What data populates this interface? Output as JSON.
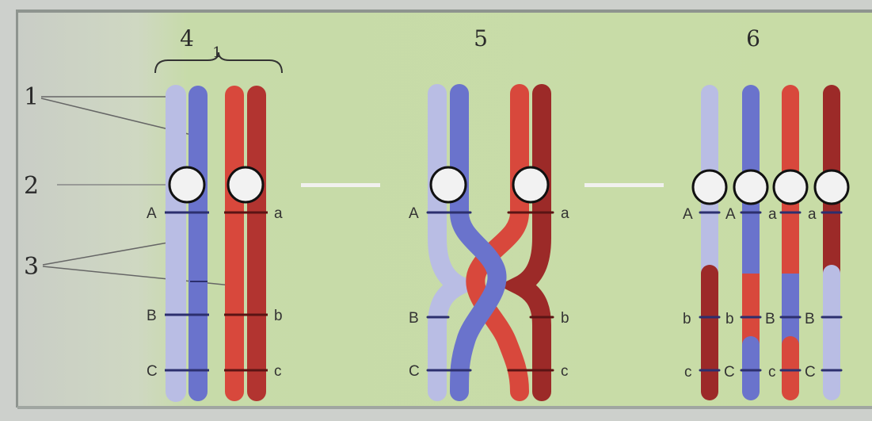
{
  "figure": {
    "stage_labels": [
      "4",
      "5",
      "6"
    ],
    "part_labels": [
      "1",
      "2",
      "3"
    ],
    "bracket_label": "1",
    "genes": {
      "stage4": {
        "left": [
          "A",
          "B",
          "C"
        ],
        "right": [
          "a",
          "b",
          "c"
        ]
      },
      "stage5": {
        "left": [
          "A",
          "B",
          "C"
        ],
        "right": [
          "a",
          "b",
          "c"
        ]
      },
      "stage6": {
        "row_a": [
          "A",
          "A",
          "a",
          "a"
        ],
        "row_b": [
          "b",
          "b",
          "B",
          "B"
        ],
        "row_c": [
          "c",
          "C",
          "c",
          "C"
        ]
      }
    },
    "colors": {
      "background": "#c9cec9",
      "panel": "#c6d9a8",
      "light_blue": "#b9bde4",
      "blue": "#6a73cc",
      "red": "#d8483c",
      "dark_red": "#9c2a28",
      "centromere": "#f2f2f2"
    }
  }
}
